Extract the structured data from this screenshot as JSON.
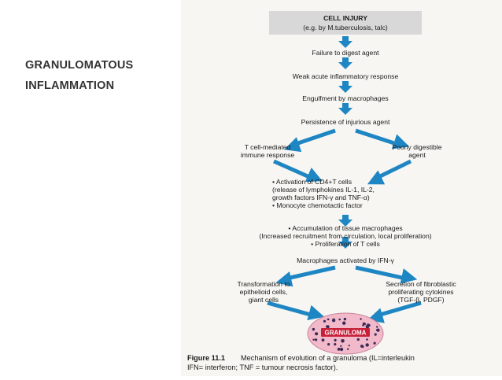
{
  "slide": {
    "title_line1": "GRANULOMATOUS",
    "title_line2": "INFLAMMATION"
  },
  "diagram": {
    "cell_injury": [
      "CELL INJURY",
      "(e.g. by M.tuberculosis, talc)"
    ],
    "step1": "Failure to digest agent",
    "step2": "Weak acute inflammatory response",
    "step3": "Engulfment by macrophages",
    "step4": "Persistence of injurious agent",
    "left_branch": [
      "T cell-mediated",
      "immune response"
    ],
    "right_branch": [
      "Poorly digestible",
      "agent"
    ],
    "activation": [
      "• Activation of CD4+T cells",
      "(release of lymphokines IL-1, IL-2,",
      "growth factors IFN-γ and TNF-α)",
      "• Monocyte chemotactic factor"
    ],
    "accumulation": [
      "• Accumulation of tissue macrophages",
      "(Increased recruitment from circulation, local proliferation)",
      "• Proliferation of T cells"
    ],
    "macrophages": "Macrophages activated by IFN-γ",
    "transformation": [
      "Transformation to",
      "epithelioid cells,",
      "giant cells"
    ],
    "secretion": [
      "Secretion of fibroblastic",
      "proliferating cytokines",
      "(TGF-β, PDGF)"
    ],
    "granuloma_label": "GRANULOMA",
    "caption_fig": "Figure 11.1",
    "caption_line1": "Mechanism of evolution of a granuloma (IL=interleukin",
    "caption_line2": "IFN= interferon; TNF = tumour necrosis factor).",
    "colors": {
      "arrow": "#1f86c4",
      "box": "#d7d7d7",
      "granuloma": "#e9a3b8",
      "granuloma_label_bg": "#c8213a"
    }
  }
}
